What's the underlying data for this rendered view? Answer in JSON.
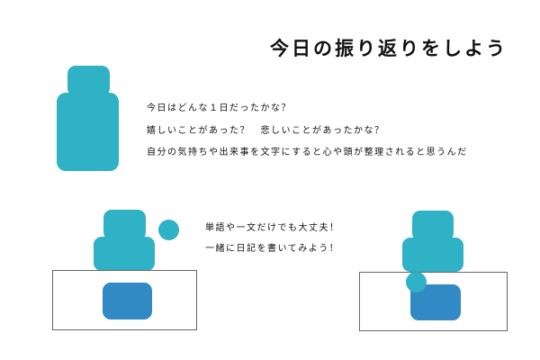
{
  "title": "今日の振り返りをしよう",
  "intro_lines": [
    "今日はどんな１日だったかな？",
    "嬉しいことがあった？　悲しいことがあったかな？",
    "自分の気持ちや出来事を文字にすると心や頭が整理されると思うんだ"
  ],
  "encourage_lines": [
    "単語や一文だけでも大丈夫！",
    "一緒に日記を書いてみよう！"
  ],
  "colors": {
    "figure": "#2fb1c6",
    "notebook": "#318ac4",
    "desk_border": "#666666"
  }
}
